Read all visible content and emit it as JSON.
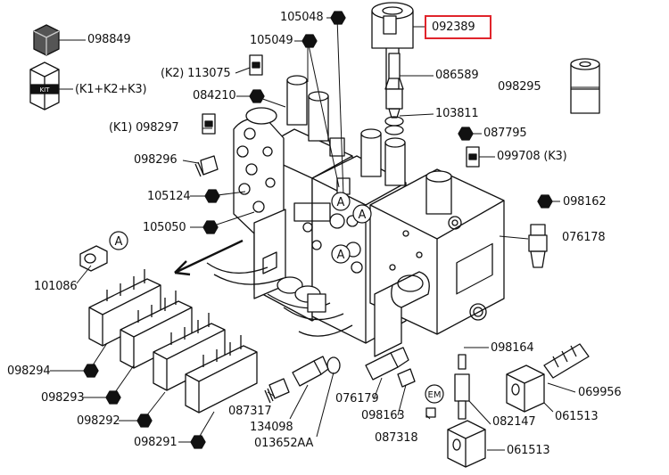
{
  "highlight_color": "#e0242b",
  "labels": {
    "p092389": "092389",
    "p098849": "098849",
    "p105048": "105048",
    "p105049": "105049",
    "k2_113075": "(K2) 113075",
    "p086589": "086589",
    "p098295": "098295",
    "kit": "(K1+K2+K3)",
    "p084210": "084210",
    "p103811": "103811",
    "k1_098297": "(K1) 098297",
    "p087795": "087795",
    "p098296": "098296",
    "k3_099708": "099708 (K3)",
    "p098162": "098162",
    "p105124": "105124",
    "p105050": "105050",
    "p076178": "076178",
    "p101086": "101086",
    "p098164": "098164",
    "p098294": "098294",
    "p069956": "069956",
    "p098293": "098293",
    "p087317": "087317",
    "p076179": "076179",
    "p082147": "082147",
    "p061513a": "061513",
    "p098292": "098292",
    "p134098": "134098",
    "p098163": "098163",
    "p087318": "087318",
    "p098291": "098291",
    "p013652": "013652AA",
    "p061513b": "061513",
    "kit_box": "KIT"
  },
  "markers": {
    "a": "A",
    "em": "EM"
  }
}
